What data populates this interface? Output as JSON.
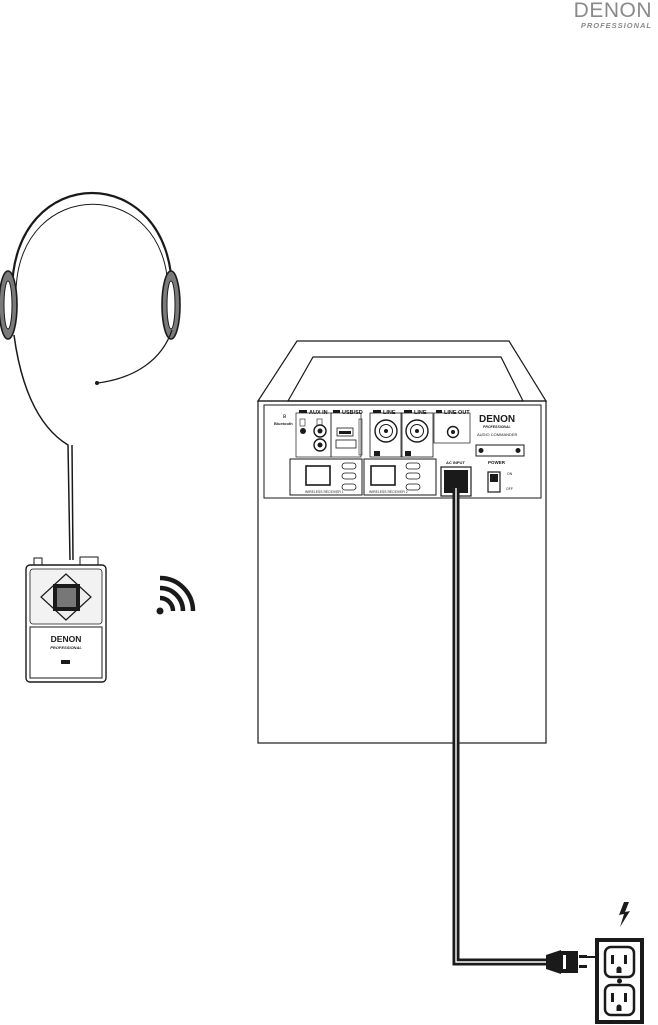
{
  "brand": {
    "name": "DENON",
    "sub": "PROFESSIONAL"
  },
  "transmitter": {
    "brand": "DENON",
    "sub": "PROFESSIONAL"
  },
  "speaker_panel": {
    "bluetooth": "Bluetooth",
    "aux_in": "AUX IN",
    "usb_sd": "USB/SD",
    "line_1": "LINE",
    "line_2": "LINE",
    "line_out": "LINE OUT",
    "brand": "DENON",
    "sub": "PROFESSIONAL",
    "model": "AUDIO COMMANDER",
    "power": "POWER",
    "power_on": "ON",
    "power_off": "OFF",
    "ac_input": "AC INPUT",
    "receiver_1": "WIRELESS RECEIVER 1",
    "receiver_2": "WIRELESS RECEIVER 2"
  },
  "colors": {
    "line": "#1a1a1a",
    "gray": "#8a8a8a",
    "ear_fill": "#7a7a7a",
    "pad_fill": "#6c6c6c"
  },
  "icons": [
    "headset-icon",
    "wireless-signal-icon",
    "lightning-icon",
    "wall-outlet-icon",
    "power-plug-icon"
  ]
}
